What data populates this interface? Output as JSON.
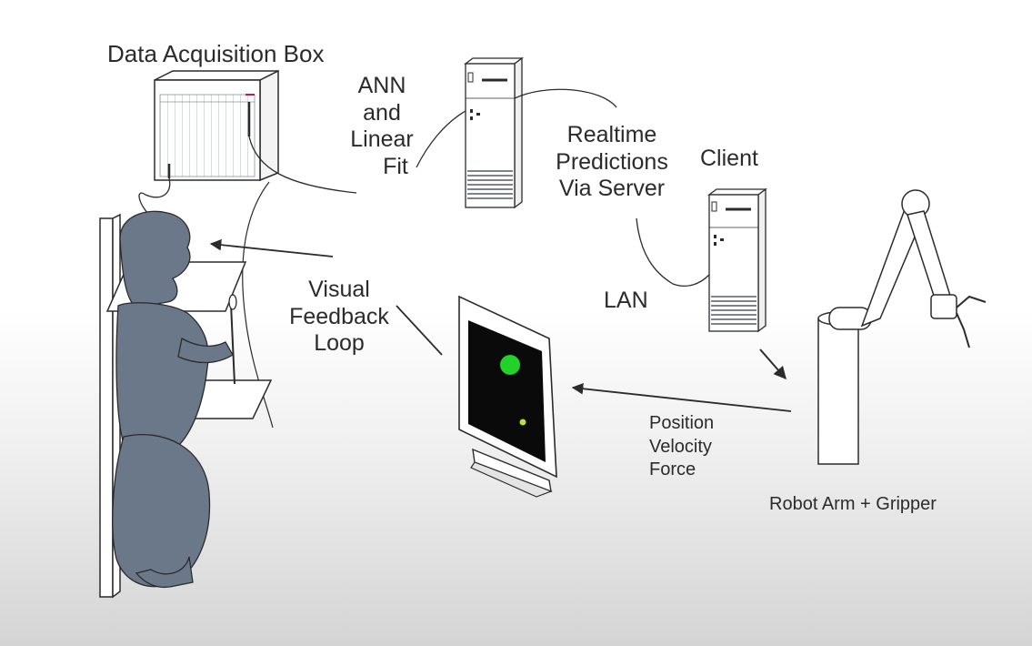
{
  "labels": {
    "data_acquisition_box": "Data Acquisition Box",
    "ann_fit": [
      "ANN",
      "and",
      "Linear",
      "Fit"
    ],
    "realtime_predictions": [
      "Realtime",
      "Predictions",
      "Via Server"
    ],
    "client": "Client",
    "lan": "LAN",
    "visual_feedback_loop": [
      "Visual",
      "Feedback",
      "Loop"
    ],
    "position_velocity_force": [
      "Position",
      "Velocity",
      "Force"
    ],
    "robot_arm_gripper": "Robot Arm + Gripper"
  },
  "colors": {
    "ink": "#2b2b2b",
    "monkey": "#6b7889",
    "monitor_screen": "#0a0a0a",
    "target": "#22d12a",
    "cursor_dot": "#b8e23a"
  }
}
